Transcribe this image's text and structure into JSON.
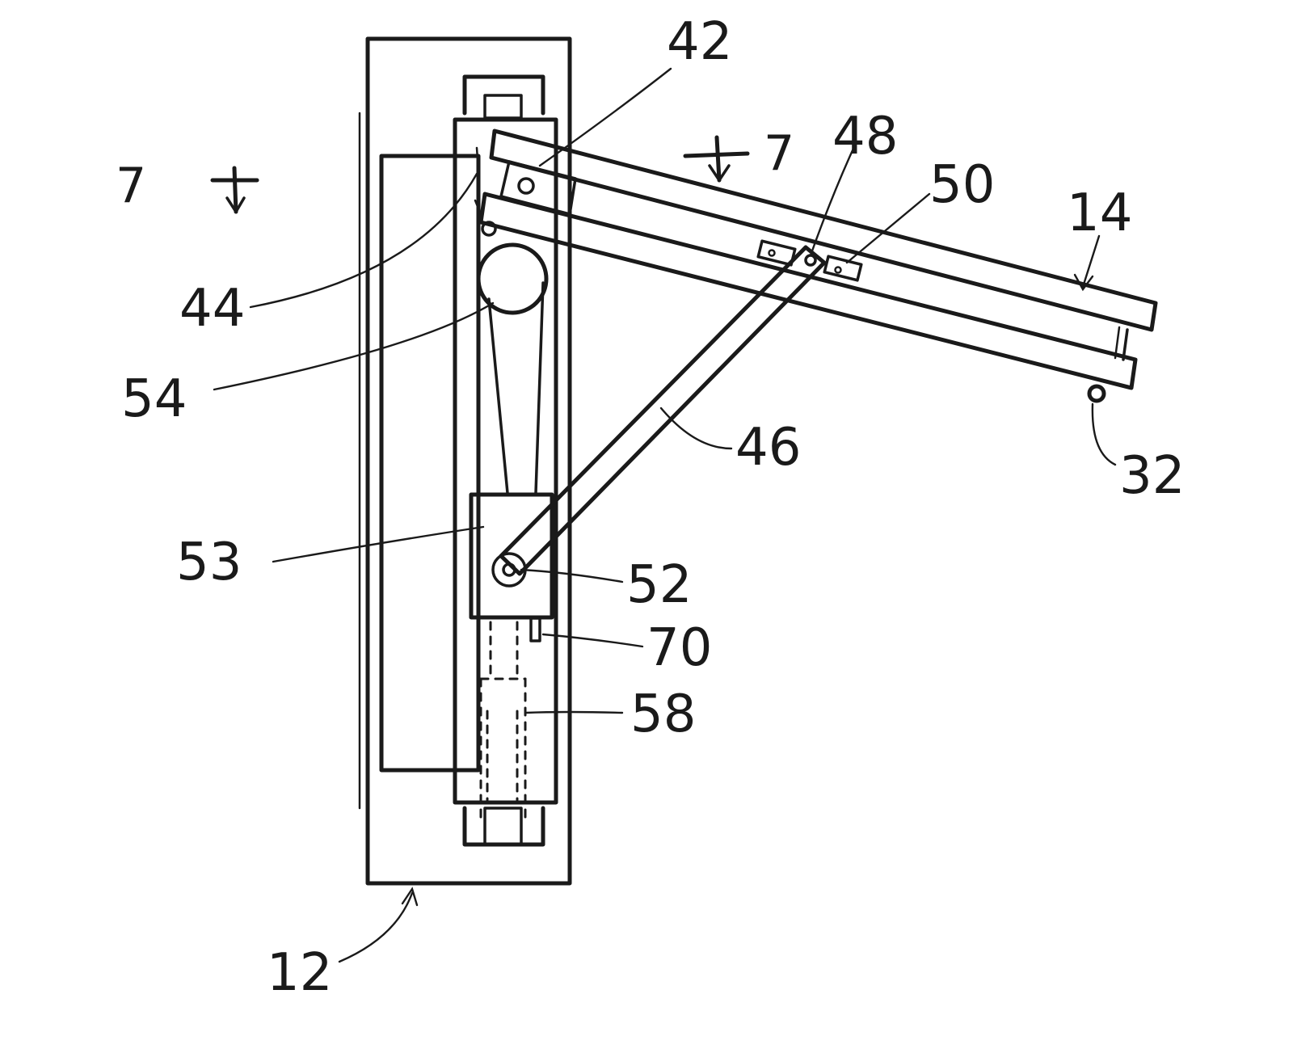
{
  "reference_numerals": {
    "frame": "12",
    "arm": "14",
    "caster": "32",
    "pivot_top": "42",
    "pivot_link": "44",
    "strut": "46",
    "strut_pivot": "48",
    "strut_bracket": "50",
    "lower_pivot": "52",
    "carriage": "53",
    "pulley": "54",
    "screw_housing": "58",
    "stop": "70"
  },
  "section_marks": {
    "left_numeral": "7",
    "right_numeral": "7"
  }
}
